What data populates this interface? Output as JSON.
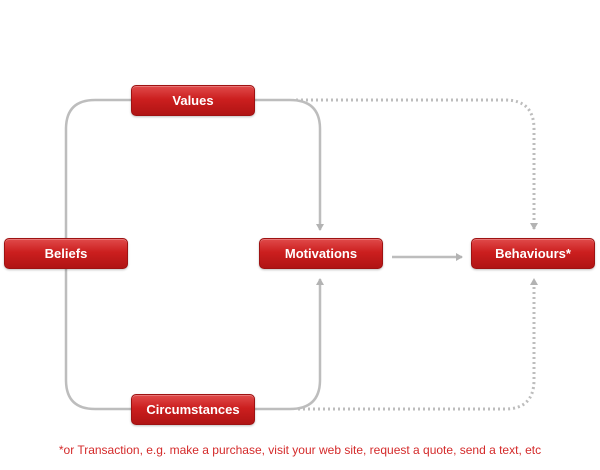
{
  "diagram": {
    "nodes": {
      "values": "Values",
      "beliefs": "Beliefs",
      "motivations": "Motivations",
      "behaviours": "Behaviours*",
      "circumstances": "Circumstances"
    },
    "footnote": "*or Transaction, e.g. make a purchase, visit your web site, request a quote, send a text, etc"
  },
  "colors": {
    "node_fill": "#cc1f1f",
    "node_text": "#ffffff",
    "solid_connector": "#b8b8b8",
    "dotted_connector": "#b8b8b8",
    "footnote_text": "#d42a2a"
  }
}
